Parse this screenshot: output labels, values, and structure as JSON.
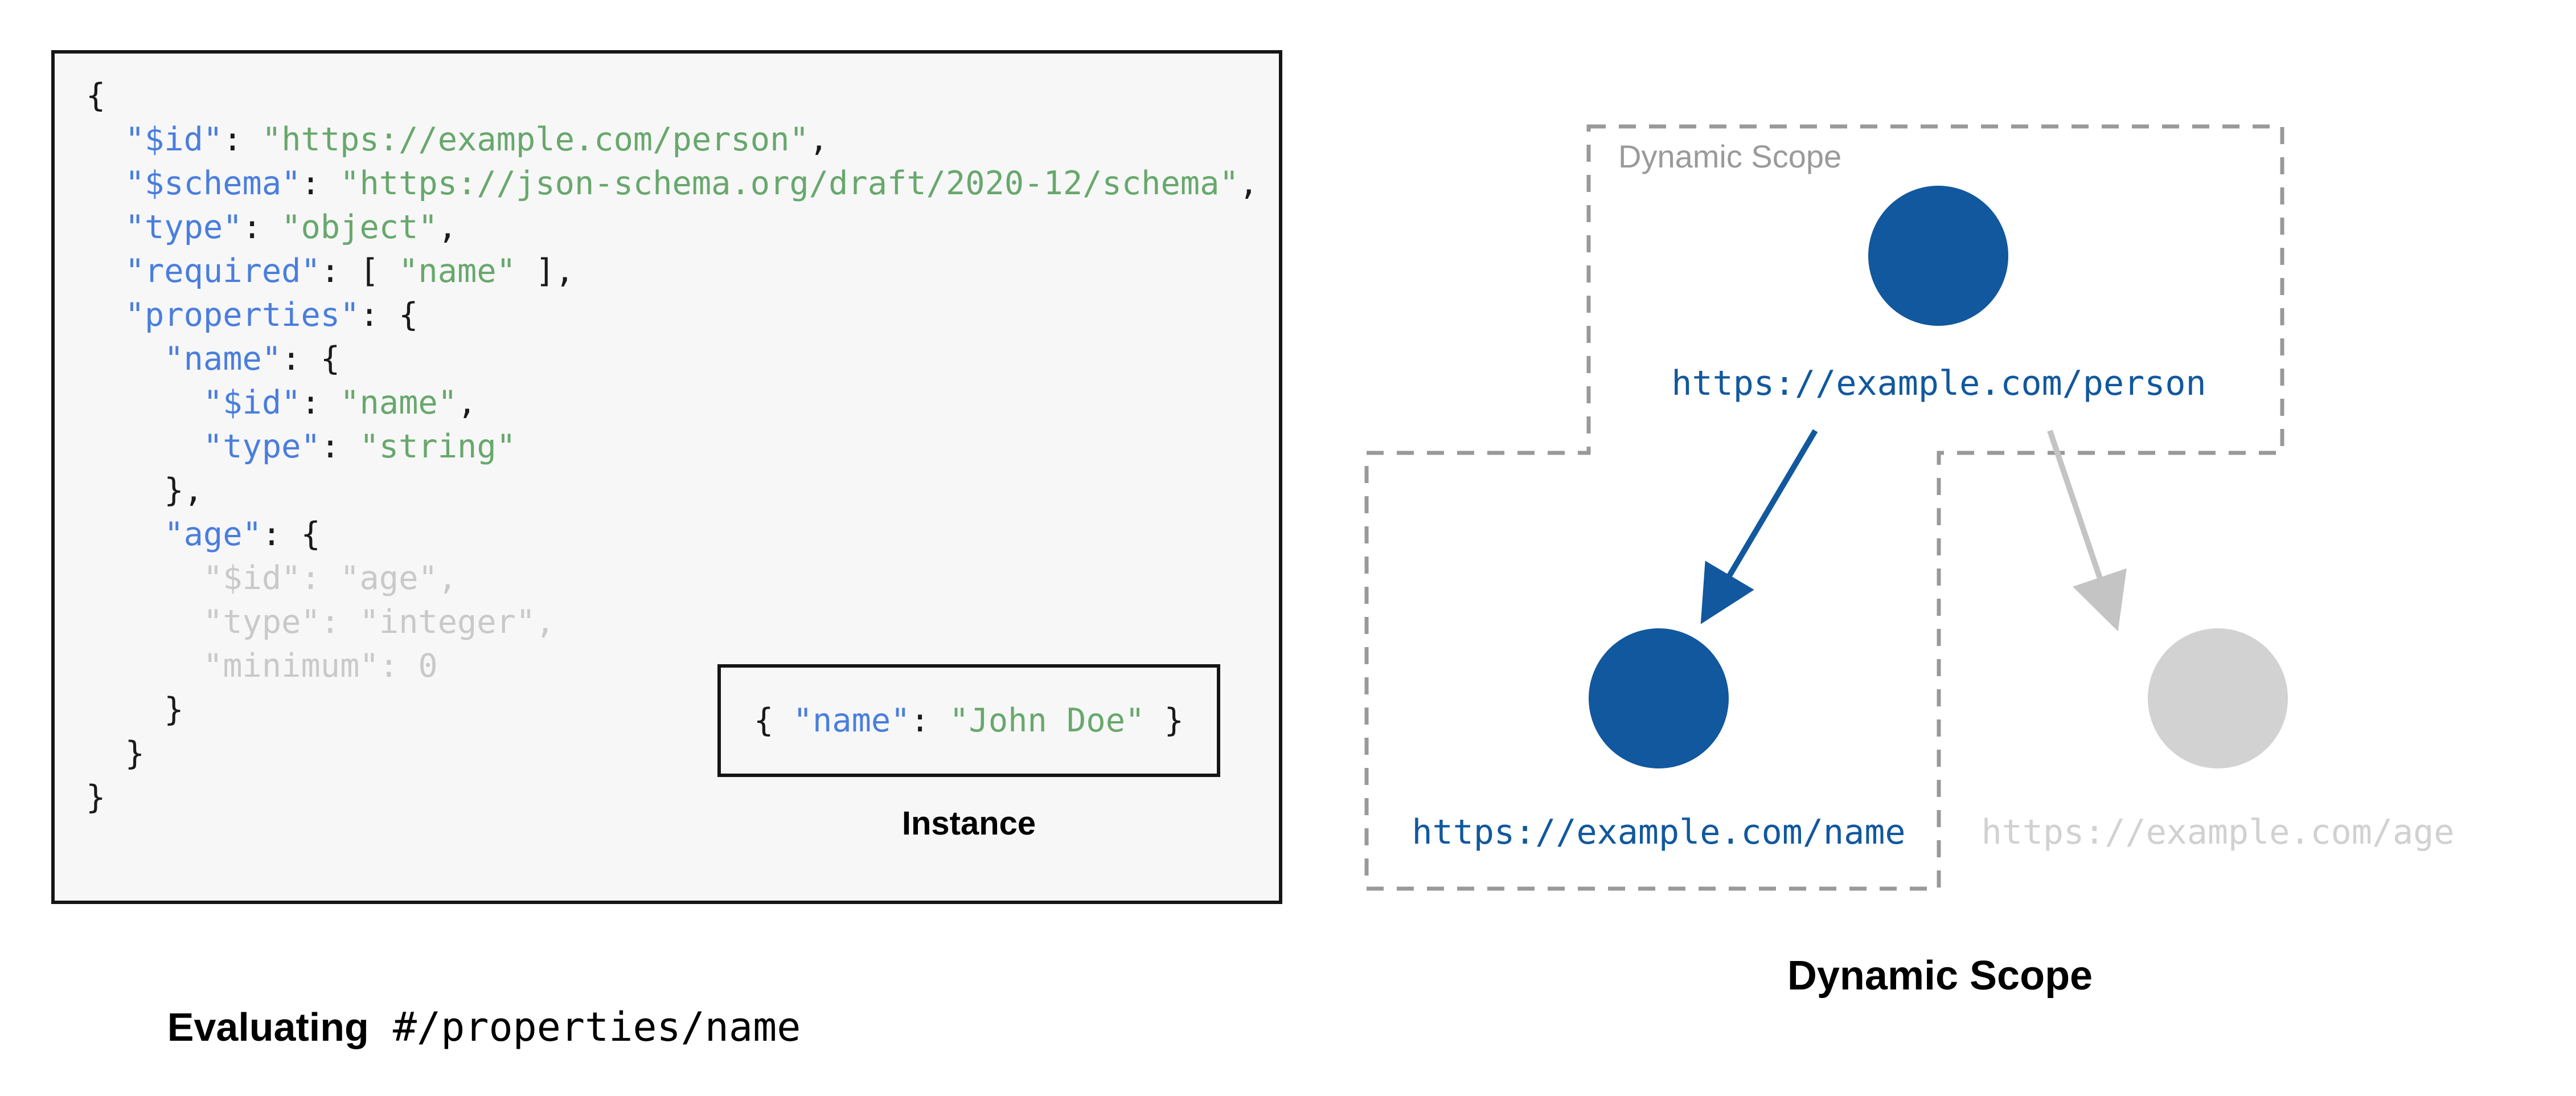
{
  "colors": {
    "node-blue": "#11589e",
    "link-blue": "#11589e",
    "key-blue": "#4a7edd",
    "string-green": "#68a86c",
    "dim-gray": "#c9c9c9",
    "muted-gray": "#9a9a9a",
    "inactive-fill": "#d2d2d2",
    "inactive-text": "#d1d1d1",
    "arrow-gray": "#c4c4c4",
    "border-black": "#151515"
  },
  "left_panel": {
    "code_lines": [
      [
        {
          "t": "{"
        }
      ],
      [
        {
          "t": "  "
        },
        {
          "t": "\"$id\"",
          "c": "key"
        },
        {
          "t": ": "
        },
        {
          "t": "\"https://example.com/person\"",
          "c": "str"
        },
        {
          "t": ","
        }
      ],
      [
        {
          "t": "  "
        },
        {
          "t": "\"$schema\"",
          "c": "key"
        },
        {
          "t": ": "
        },
        {
          "t": "\"https://json-schema.org/draft/2020-12/schema\"",
          "c": "str"
        },
        {
          "t": ","
        }
      ],
      [
        {
          "t": "  "
        },
        {
          "t": "\"type\"",
          "c": "key"
        },
        {
          "t": ": "
        },
        {
          "t": "\"object\"",
          "c": "str"
        },
        {
          "t": ","
        }
      ],
      [
        {
          "t": "  "
        },
        {
          "t": "\"required\"",
          "c": "key"
        },
        {
          "t": ": [ "
        },
        {
          "t": "\"name\"",
          "c": "str"
        },
        {
          "t": " ],"
        }
      ],
      [
        {
          "t": "  "
        },
        {
          "t": "\"properties\"",
          "c": "key"
        },
        {
          "t": ": {"
        }
      ],
      [
        {
          "t": "    "
        },
        {
          "t": "\"name\"",
          "c": "key"
        },
        {
          "t": ": {"
        }
      ],
      [
        {
          "t": "      "
        },
        {
          "t": "\"$id\"",
          "c": "key"
        },
        {
          "t": ": "
        },
        {
          "t": "\"name\"",
          "c": "str"
        },
        {
          "t": ","
        }
      ],
      [
        {
          "t": "      "
        },
        {
          "t": "\"type\"",
          "c": "key"
        },
        {
          "t": ": "
        },
        {
          "t": "\"string\"",
          "c": "str"
        }
      ],
      [
        {
          "t": "    },"
        }
      ],
      [
        {
          "t": "    "
        },
        {
          "t": "\"age\"",
          "c": "key"
        },
        {
          "t": ": {"
        }
      ],
      [
        {
          "t": "      \"$id\": \"age\",",
          "c": "dim"
        }
      ],
      [
        {
          "t": "      \"type\": \"integer\",",
          "c": "dim"
        }
      ],
      [
        {
          "t": "      \"minimum\": 0",
          "c": "dim"
        }
      ],
      [
        {
          "t": "    }"
        }
      ],
      [
        {
          "t": "  }"
        }
      ],
      [
        {
          "t": "}"
        }
      ]
    ],
    "instance": {
      "segments": [
        {
          "t": "{ "
        },
        {
          "t": "\"name\"",
          "c": "key"
        },
        {
          "t": ": "
        },
        {
          "t": "\"John Doe\"",
          "c": "str"
        },
        {
          "t": " }"
        }
      ],
      "label": "Instance"
    },
    "caption": {
      "lead": "Evaluating",
      "path": " #/properties/name"
    }
  },
  "right_panel": {
    "scope_label": "Dynamic Scope",
    "caption": "Dynamic Scope",
    "nodes": {
      "person": {
        "label": "https://example.com/person",
        "state": "active"
      },
      "name": {
        "label": "https://example.com/name",
        "state": "active"
      },
      "age": {
        "label": "https://example.com/age",
        "state": "inactive"
      }
    }
  }
}
